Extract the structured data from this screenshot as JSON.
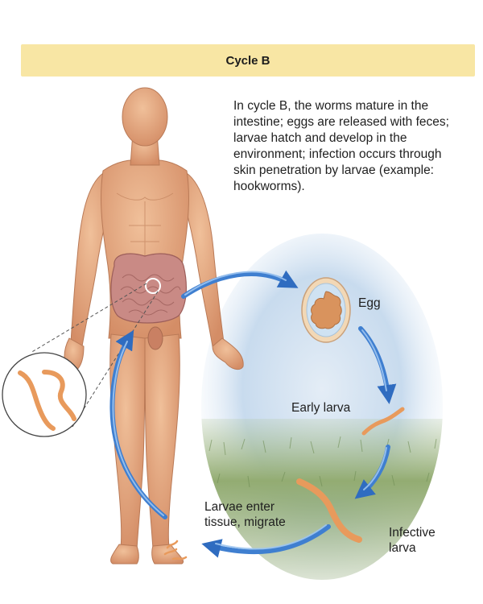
{
  "title": "Cycle B",
  "description": "In cycle B, the worms mature in the intestine; eggs are released with feces; larvae hatch and develop in the environment; infection occurs through skin penetration by larvae (example: hookworms).",
  "stages": {
    "egg": "Egg",
    "early_larva": "Early larva",
    "infective_larva_line1": "Infective",
    "infective_larva_line2": "larva",
    "enter_line1": "Larvae enter",
    "enter_line2": "tissue, migrate"
  },
  "colors": {
    "banner": "#f8e6a4",
    "arrow": "#3f7fd0",
    "skin": "#e3a77e",
    "worm": "#e89a5c",
    "intestine": "#c98a85",
    "sky": "#c9dcee",
    "grass": "#8fa86f"
  }
}
